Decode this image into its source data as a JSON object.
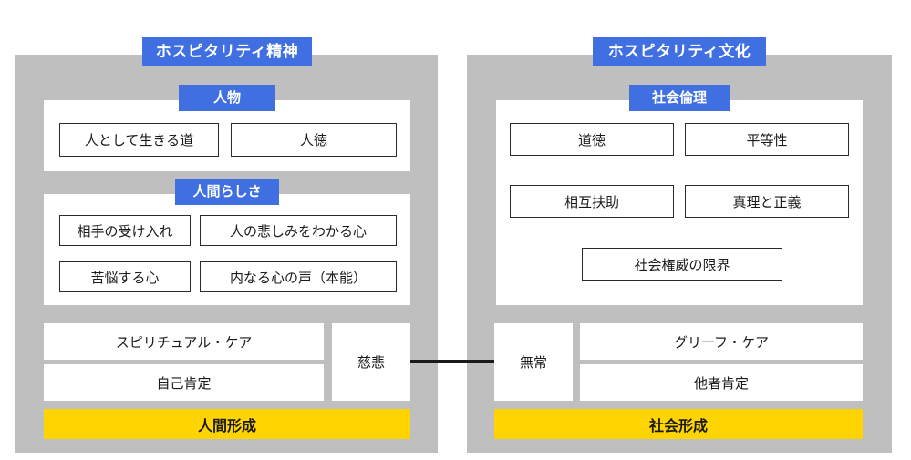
{
  "diagram": {
    "title_visible": false,
    "colors": {
      "panel_background": "#bfbfbf",
      "badge_blue": "#3f6fe0",
      "footer_yellow": "#ffd400",
      "box_border": "#2b2b2b",
      "card_white": "#ffffff",
      "connector_line": "#1a1a1a"
    }
  },
  "left_panel": {
    "title": "ホスピタリティ精神",
    "groups": [
      {
        "title": "人物",
        "items": [
          "人として生きる道",
          "人徳"
        ]
      },
      {
        "title": "人間らしさ",
        "items": [
          "相手の受け入れ",
          "人の悲しみをわかる心",
          "苦悩する心",
          "内なる心の声（本能）"
        ]
      }
    ],
    "bars": [
      "スピリチュアル・ケア",
      "自己肯定"
    ],
    "side_box": "慈悲",
    "footer": "人間形成"
  },
  "right_panel": {
    "title": "ホスピタリティ文化",
    "groups": [
      {
        "title": "社会倫理",
        "items": [
          "道徳",
          "平等性",
          "相互扶助",
          "真理と正義",
          "社会権威の限界"
        ]
      }
    ],
    "bars": [
      "グリーフ・ケア",
      "他者肯定"
    ],
    "side_box": "無常",
    "footer": "社会形成"
  },
  "connector": {
    "from": "慈悲",
    "to": "無常",
    "style": "horizontal-line"
  }
}
